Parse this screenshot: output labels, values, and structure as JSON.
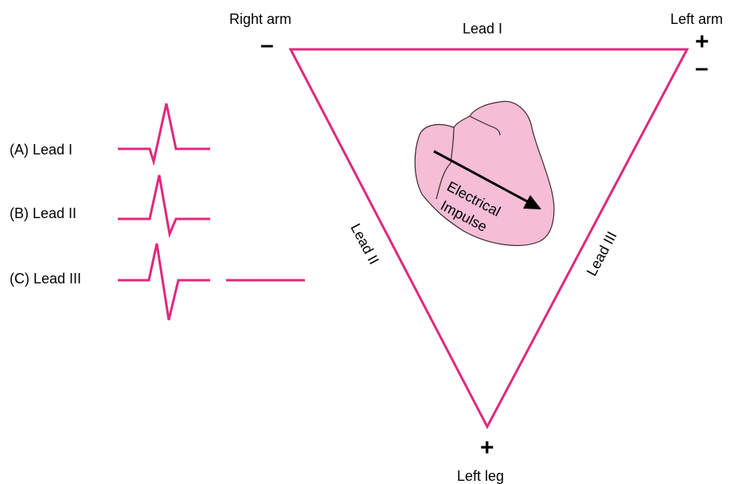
{
  "colors": {
    "lead_line": "#e0287d",
    "heart_fill": "#f5bdd6",
    "heart_outline": "#3a2a2a",
    "text": "#000000"
  },
  "electrodes": {
    "right_arm": {
      "label": "Right arm",
      "sign": "–"
    },
    "left_arm": {
      "label": "Left arm",
      "sign_plus": "+",
      "sign_minus": "–"
    },
    "left_leg": {
      "label": "Left leg",
      "sign": "+"
    }
  },
  "leads": {
    "lead_i": "Lead I",
    "lead_ii": "Lead II",
    "lead_iii": "Lead III"
  },
  "heart": {
    "label_line1": "Electrical",
    "label_line2": "Impulse"
  },
  "traces": {
    "a": "(A) Lead I",
    "b": "(B) Lead II",
    "c": "(C) Lead III"
  }
}
